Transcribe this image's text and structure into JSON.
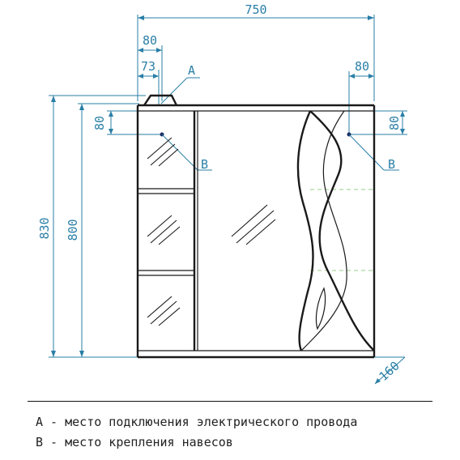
{
  "dimensions": {
    "overall_width": "750",
    "left_offset_80": "80",
    "left_offset_73": "73",
    "right_offset_80": "80",
    "left_vertical_80": "80",
    "right_vertical_80": "80",
    "total_height": "830",
    "body_height": "800",
    "depth": "160"
  },
  "markers": {
    "a": "A",
    "b_left": "B",
    "b_right": "B"
  },
  "legend": {
    "line_a": "A - место подключения электрического провода",
    "line_b": "B - место крепления навесов"
  }
}
